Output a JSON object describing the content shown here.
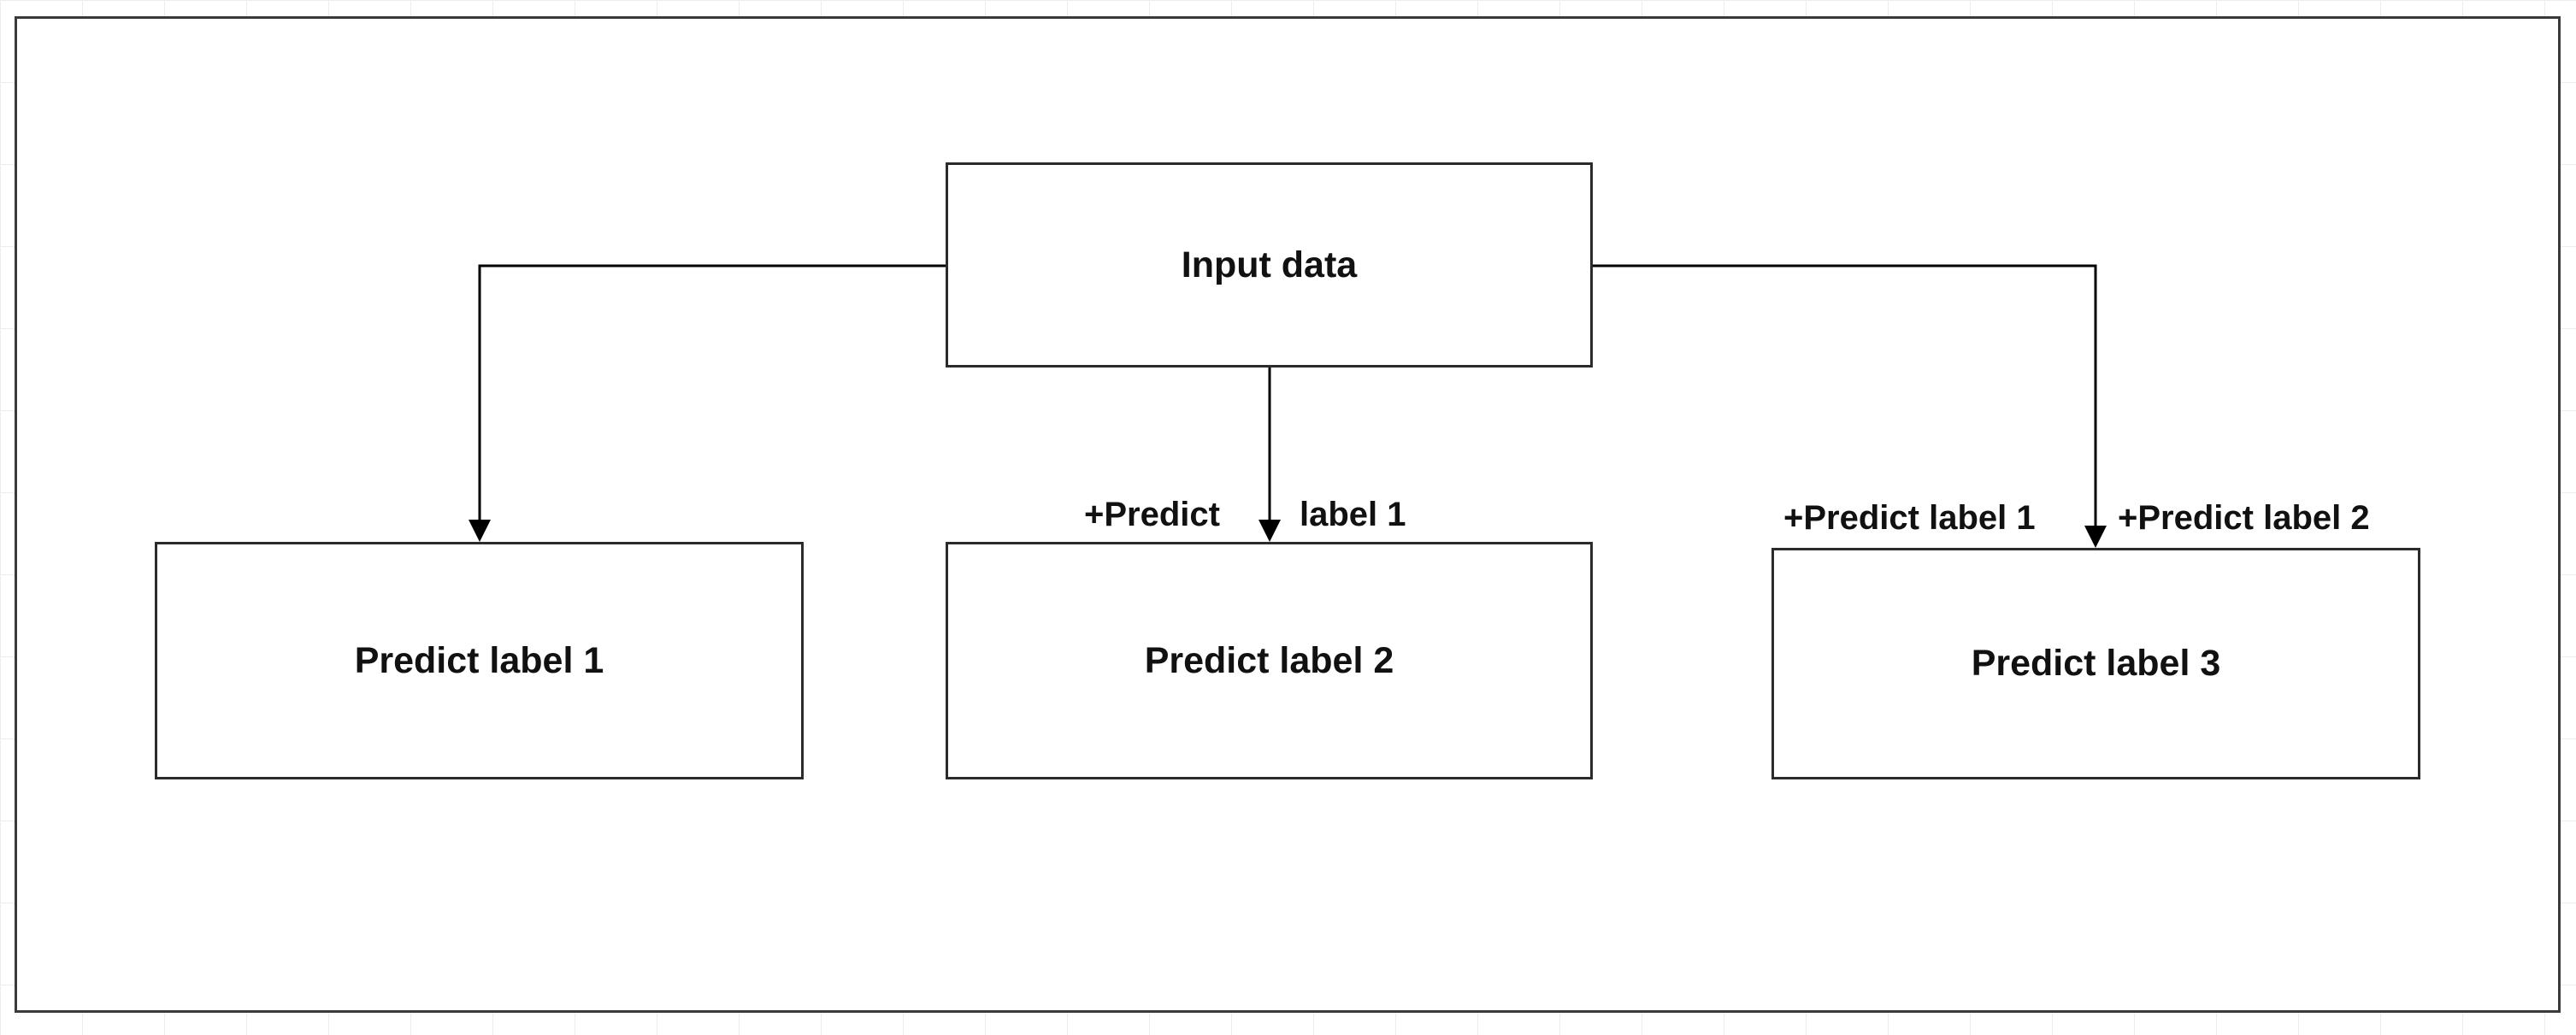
{
  "diagram": {
    "nodes": {
      "input": "Input data",
      "predict_1": "Predict label 1",
      "predict_2": "Predict label 2",
      "predict_3": "Predict label 3"
    },
    "edge_labels": {
      "to_predict_2_left": "+Predict",
      "to_predict_2_right": "label 1",
      "to_predict_3_left": "+Predict label 1",
      "to_predict_3_right": "+Predict label 2"
    },
    "edges": [
      {
        "from": "Input data",
        "to": "Predict label 1"
      },
      {
        "from": "Input data",
        "to": "Predict label 2"
      },
      {
        "from": "Input data",
        "to": "Predict label 3"
      }
    ]
  }
}
